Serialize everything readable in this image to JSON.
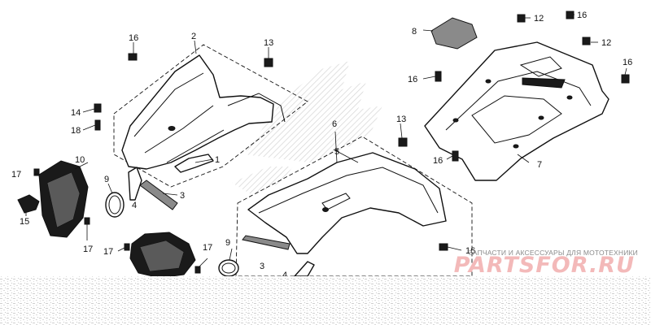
{
  "callouts": {
    "c1": "1",
    "c2": "2",
    "c3a": "3",
    "c3b": "3",
    "c4a": "4",
    "c4b": "4",
    "c5": "5",
    "c6": "6",
    "c7": "7",
    "c8": "8",
    "c9a": "9",
    "c9b": "9",
    "c10": "10",
    "c12a": "12",
    "c12b": "12",
    "c13a": "13",
    "c13b": "13",
    "c14": "14",
    "c15": "15",
    "c16a": "16",
    "c16b": "16",
    "c16c": "16",
    "c16d": "16",
    "c16e": "16",
    "c16f": "16",
    "c17a": "17",
    "c17b": "17",
    "c17c": "17",
    "c17d": "17",
    "c18": "18"
  },
  "watermark": {
    "subtitle": "ЗАПЧАСТИ И АКСЕССУАРЫ ДЛЯ МОТОТЕХНИКИ",
    "logo": "PARTSFOR.RU"
  },
  "colors": {
    "ink": "#111111",
    "watermark": "#f3b9b9",
    "background": "#ffffff"
  }
}
